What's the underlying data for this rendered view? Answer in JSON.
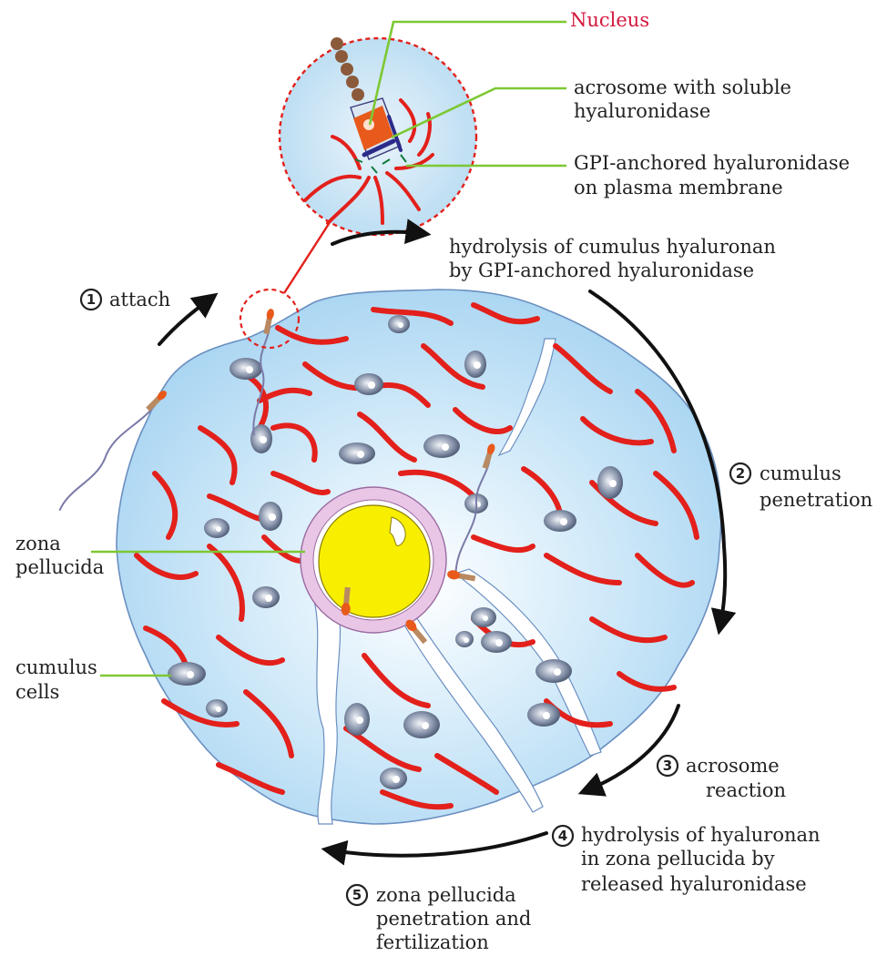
{
  "labels": {
    "nucleus": "Nucleus",
    "acrosome_1": "acrosome with soluble",
    "acrosome_2": "hyaluronidase",
    "gpi_1": "GPI-anchored hyaluronidase",
    "gpi_2": "on plasma membrane",
    "hydrolysis_1": "hydrolysis of cumulus hyaluronan",
    "hydrolysis_2": "by GPI-anchored hyaluronidase",
    "zona_1": "zona",
    "zona_2": "pellucida",
    "cumulus_1": "cumulus",
    "cumulus_2": "cells"
  },
  "steps": [
    {
      "num": "1",
      "lines": [
        "attach"
      ]
    },
    {
      "num": "2",
      "lines": [
        "cumulus",
        "penetration"
      ]
    },
    {
      "num": "3",
      "lines": [
        "acrosome",
        "reaction"
      ]
    },
    {
      "num": "4",
      "lines": [
        "hydrolysis of hyaluronan",
        "in zona pellucida by",
        "released hyaluronidase"
      ]
    },
    {
      "num": "5",
      "lines": [
        "zona pellucida",
        "penetration and",
        "fertilization"
      ]
    }
  ],
  "colors": {
    "cumulus_fill": "#a9d6f2",
    "cumulus_outline": "#6a8fc0",
    "hyaluronan": "#e3201b",
    "oocyte": "#f7ee00",
    "zona": "#e9c6e6",
    "leader_line": "#7dc832",
    "nucleus_label": "#d4183d"
  }
}
